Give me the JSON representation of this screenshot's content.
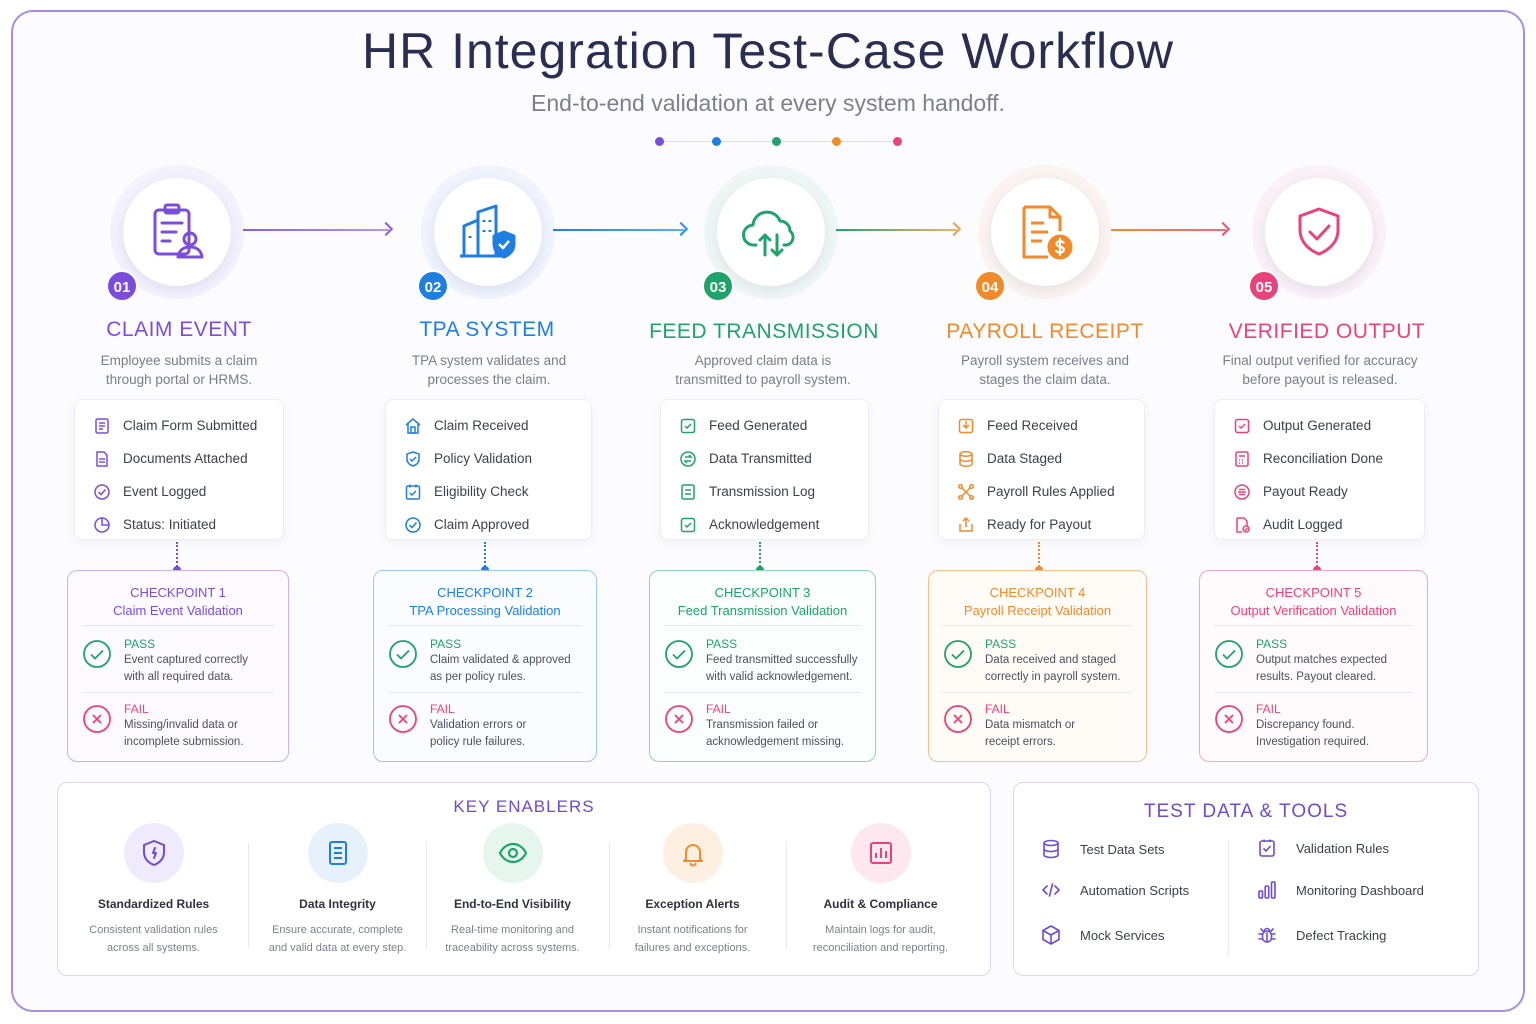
{
  "header": {
    "title": "HR Integration Test-Case Workflow",
    "subtitle": "End-to-end validation at every system handoff."
  },
  "colors": {
    "purple": "#7c4ddb",
    "blue": "#1f7fe0",
    "green": "#1fa36b",
    "orange": "#f08a2a",
    "pink": "#e8437a"
  },
  "steps": [
    {
      "number": "01",
      "title": "CLAIM EVENT",
      "icon": "clipboard-user-icon",
      "desc1": "Employee submits a claim",
      "desc2": "through portal or HRMS.",
      "items": [
        {
          "label": "Claim Form Submitted",
          "icon": "form-icon"
        },
        {
          "label": "Documents Attached",
          "icon": "document-icon"
        },
        {
          "label": "Event Logged",
          "icon": "check-circle-icon"
        },
        {
          "label": "Status: Initiated",
          "icon": "pie-icon"
        }
      ],
      "checkpoint": {
        "label": "CHECKPOINT 1",
        "name": "Claim Event Validation",
        "pass_label": "PASS",
        "pass1": "Event captured correctly",
        "pass2": "with all required data.",
        "fail_label": "FAIL",
        "fail1": "Missing/invalid data or",
        "fail2": "incomplete submission."
      }
    },
    {
      "number": "02",
      "title": "TPA SYSTEM",
      "icon": "building-shield-icon",
      "desc1": "TPA system validates and",
      "desc2": "processes the claim.",
      "items": [
        {
          "label": "Claim Received",
          "icon": "home-icon"
        },
        {
          "label": "Policy Validation",
          "icon": "shield-check-icon"
        },
        {
          "label": "Eligibility Check",
          "icon": "calendar-check-icon"
        },
        {
          "label": "Claim Approved",
          "icon": "check-circle-icon"
        }
      ],
      "checkpoint": {
        "label": "CHECKPOINT 2",
        "name": "TPA Processing Validation",
        "pass_label": "PASS",
        "pass1": "Claim validated & approved",
        "pass2": "as per policy rules.",
        "fail_label": "FAIL",
        "fail1": "Validation errors or",
        "fail2": "policy rule failures."
      }
    },
    {
      "number": "03",
      "title": "FEED TRANSMISSION",
      "icon": "cloud-transfer-icon",
      "desc1": "Approved claim data is",
      "desc2": "transmitted to payroll system.",
      "items": [
        {
          "label": "Feed Generated",
          "icon": "check-square-icon"
        },
        {
          "label": "Data Transmitted",
          "icon": "transfer-circle-icon"
        },
        {
          "label": "Transmission Log",
          "icon": "document-icon"
        },
        {
          "label": "Acknowledgement",
          "icon": "check-square-icon"
        }
      ],
      "checkpoint": {
        "label": "CHECKPOINT 3",
        "name": "Feed Transmission Validation",
        "pass_label": "PASS",
        "pass1": "Feed transmitted successfully",
        "pass2": "with valid acknowledgement.",
        "fail_label": "FAIL",
        "fail1": "Transmission failed or",
        "fail2": "acknowledgement missing."
      }
    },
    {
      "number": "04",
      "title": "PAYROLL RECEIPT",
      "icon": "document-dollar-icon",
      "desc1": "Payroll system receives and",
      "desc2": "stages the claim data.",
      "items": [
        {
          "label": "Feed Received",
          "icon": "inbox-icon"
        },
        {
          "label": "Data Staged",
          "icon": "database-icon"
        },
        {
          "label": "Payroll Rules Applied",
          "icon": "network-icon"
        },
        {
          "label": "Ready for Payout",
          "icon": "upload-box-icon"
        }
      ],
      "checkpoint": {
        "label": "CHECKPOINT 4",
        "name": "Payroll Receipt Validation",
        "pass_label": "PASS",
        "pass1": "Data received and staged",
        "pass2": "correctly in payroll system.",
        "fail_label": "FAIL",
        "fail1": "Data mismatch or",
        "fail2": "receipt errors."
      }
    },
    {
      "number": "05",
      "title": "VERIFIED OUTPUT",
      "icon": "shield-check-icon",
      "desc1": "Final output verified for accuracy",
      "desc2": "before payout is released.",
      "items": [
        {
          "label": "Output Generated",
          "icon": "check-square-icon"
        },
        {
          "label": "Reconciliation Done",
          "icon": "calculator-icon"
        },
        {
          "label": "Payout Ready",
          "icon": "coin-icon"
        },
        {
          "label": "Audit Logged",
          "icon": "audit-icon"
        }
      ],
      "checkpoint": {
        "label": "CHECKPOINT 5",
        "name": "Output Verification Validation",
        "pass_label": "PASS",
        "pass1": "Output matches expected",
        "pass2": "results. Payout cleared.",
        "fail_label": "FAIL",
        "fail1": "Discrepancy found.",
        "fail2": "Investigation required."
      }
    }
  ],
  "enablers": {
    "title": "KEY ENABLERS",
    "items": [
      {
        "name": "Standardized Rules",
        "desc1": "Consistent validation rules",
        "desc2": "across all systems.",
        "icon": "shield-icon"
      },
      {
        "name": "Data Integrity",
        "desc1": "Ensure accurate, complete",
        "desc2": "and valid data at every step.",
        "icon": "document-list-icon"
      },
      {
        "name": "End-to-End Visibility",
        "desc1": "Real-time monitoring and",
        "desc2": "traceability across systems.",
        "icon": "eye-icon"
      },
      {
        "name": "Exception Alerts",
        "desc1": "Instant notifications for",
        "desc2": "failures and exceptions.",
        "icon": "bell-icon"
      },
      {
        "name": "Audit & Compliance",
        "desc1": "Maintain logs for audit,",
        "desc2": "reconciliation and reporting.",
        "icon": "bar-chart-icon"
      }
    ]
  },
  "tools": {
    "title": "TEST DATA & TOOLS",
    "items": [
      {
        "label": "Test Data Sets",
        "icon": "database-icon"
      },
      {
        "label": "Validation Rules",
        "icon": "check-square-icon"
      },
      {
        "label": "Automation Scripts",
        "icon": "code-icon"
      },
      {
        "label": "Monitoring Dashboard",
        "icon": "bar-chart-icon"
      },
      {
        "label": "Mock Services",
        "icon": "cube-icon"
      },
      {
        "label": "Defect Tracking",
        "icon": "bug-icon"
      }
    ]
  }
}
